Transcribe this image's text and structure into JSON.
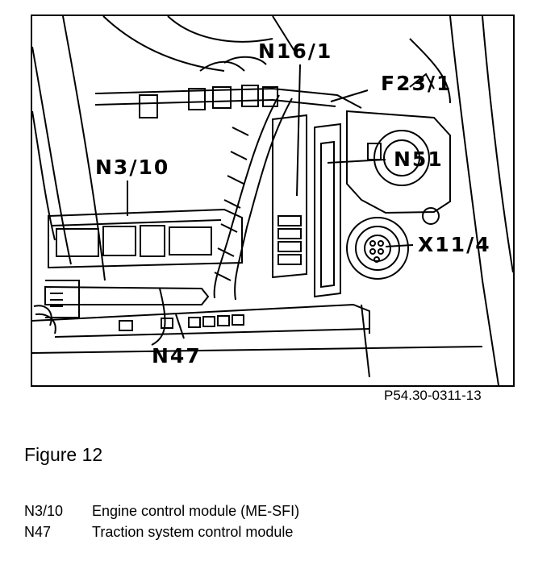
{
  "figure": {
    "labels": {
      "n16_1": "N16/1",
      "f23_1": "F23/1",
      "n3_10": "N3/10",
      "n51": "N51",
      "x11_4": "X11/4",
      "n47": "N47"
    },
    "reference": "P54.30-0311-13"
  },
  "caption": "Figure 12",
  "legend": [
    {
      "code": "N3/10",
      "description": "Engine control module (ME-SFI)"
    },
    {
      "code": "N47",
      "description": "Traction system control module"
    }
  ]
}
